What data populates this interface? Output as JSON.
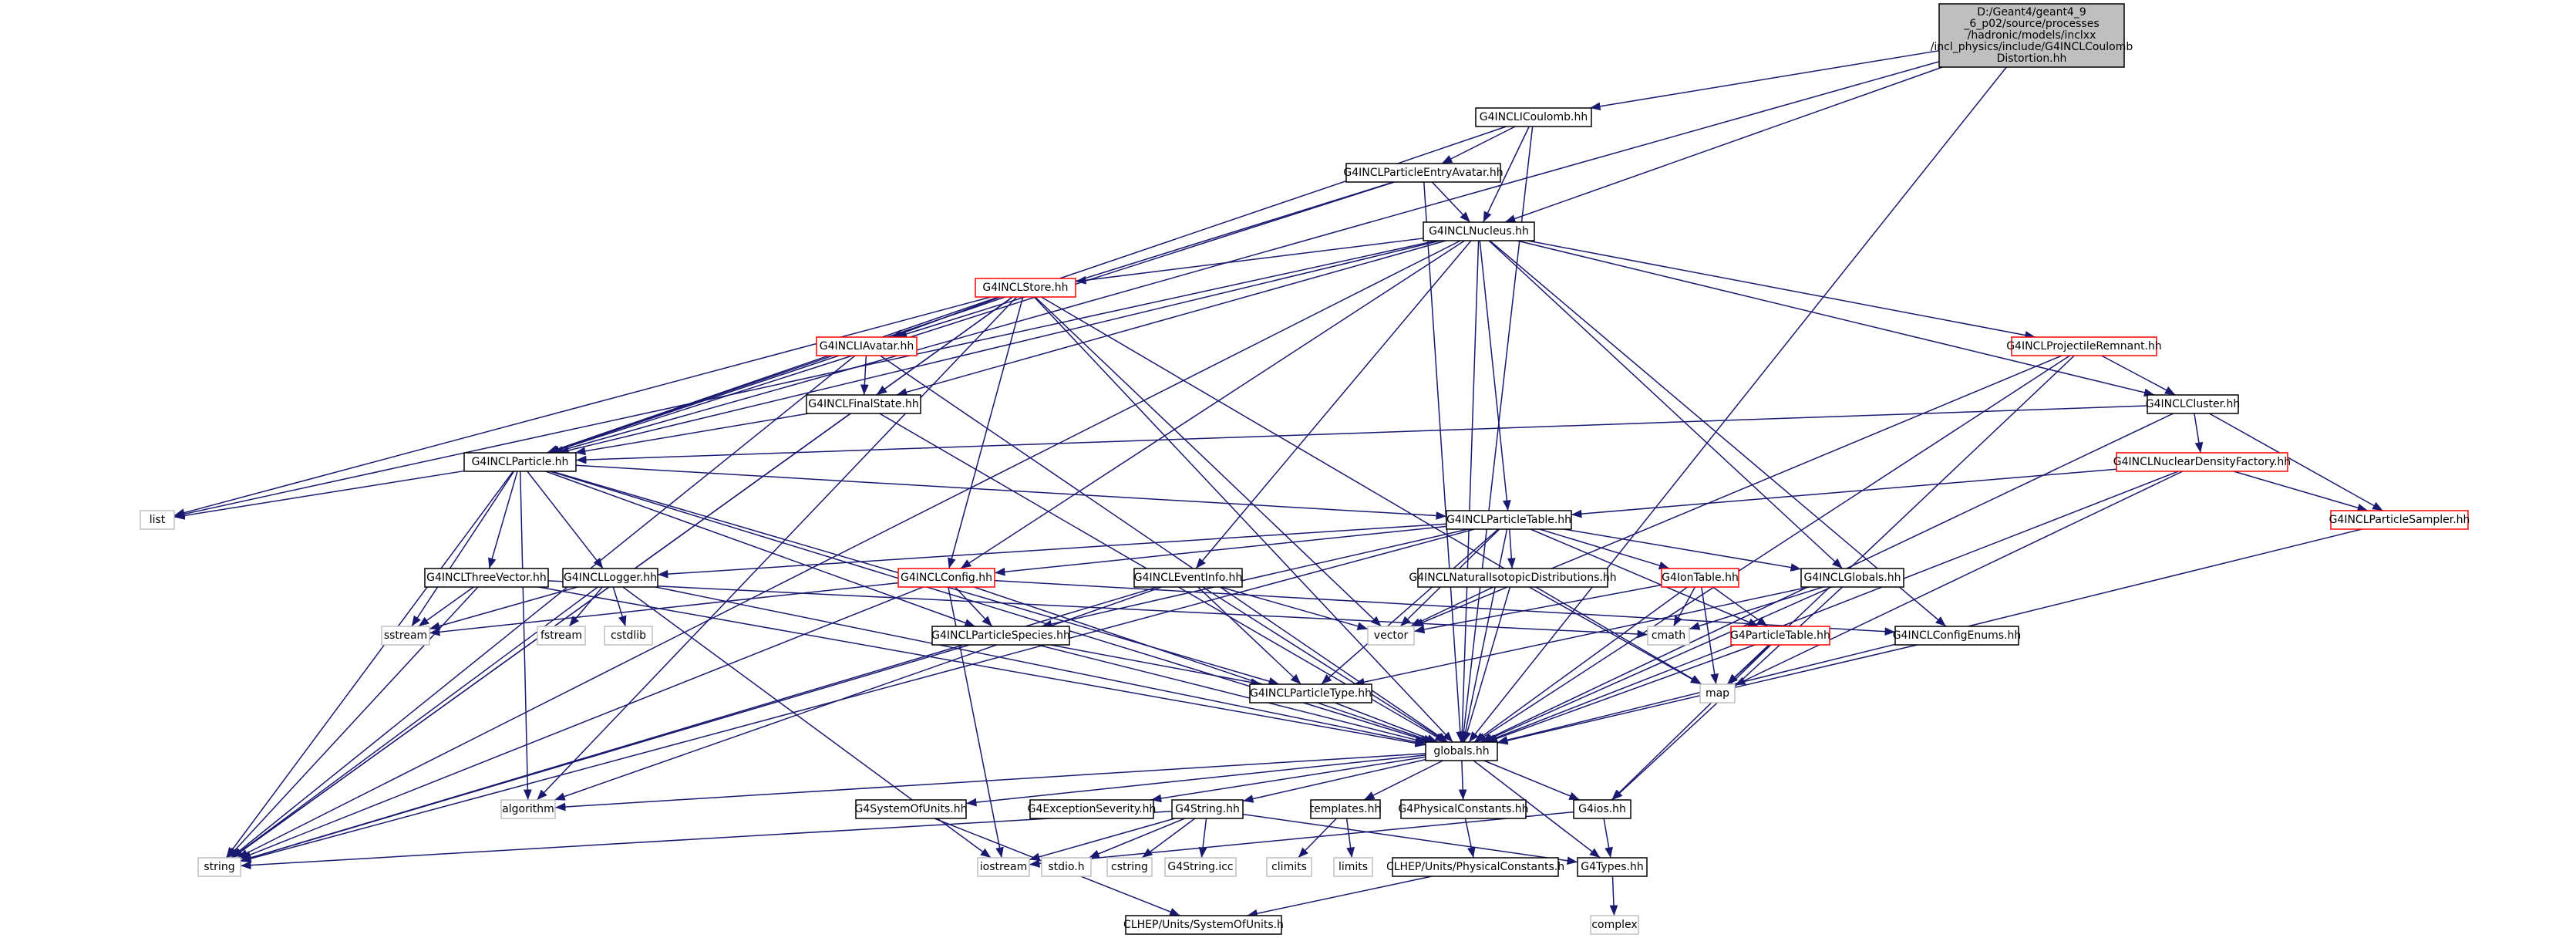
{
  "colors": {
    "edge": "#191970",
    "node_border_default": "#000000",
    "node_border_red": "#ff0000",
    "node_border_gray": "#bfbfbf",
    "node_fill_root": "#bfbfbf",
    "node_fill": "#ffffff"
  },
  "nodes": {
    "root": {
      "lines": [
        "D:/Geant4/geant4_9",
        "_6_p02/source/processes",
        "/hadronic/models/inclxx",
        "/incl_physics/include/G4INCLCoulomb",
        "Distortion.hh"
      ],
      "style": "root"
    },
    "coulomb": {
      "lines": [
        "G4INCLICoulomb.hh"
      ],
      "style": "default"
    },
    "peavatar": {
      "lines": [
        "G4INCLParticleEntryAvatar.hh"
      ],
      "style": "default"
    },
    "nucleus": {
      "lines": [
        "G4INCLNucleus.hh"
      ],
      "style": "default"
    },
    "store": {
      "lines": [
        "G4INCLStore.hh"
      ],
      "style": "red"
    },
    "iavatar": {
      "lines": [
        "G4INCLIAvatar.hh"
      ],
      "style": "red"
    },
    "finalstate": {
      "lines": [
        "G4INCLFinalState.hh"
      ],
      "style": "default"
    },
    "particle": {
      "lines": [
        "G4INCLParticle.hh"
      ],
      "style": "default"
    },
    "projremnant": {
      "lines": [
        "G4INCLProjectileRemnant.hh"
      ],
      "style": "red"
    },
    "cluster": {
      "lines": [
        "G4INCLCluster.hh"
      ],
      "style": "default"
    },
    "nucdensity": {
      "lines": [
        "G4INCLNuclearDensityFactory.hh"
      ],
      "style": "red"
    },
    "psampler": {
      "lines": [
        "G4INCLParticleSampler.hh"
      ],
      "style": "red"
    },
    "ptable": {
      "lines": [
        "G4INCLParticleTable.hh"
      ],
      "style": "default"
    },
    "list": {
      "lines": [
        "list"
      ],
      "style": "gray"
    },
    "threevec": {
      "lines": [
        "G4INCLThreeVector.hh"
      ],
      "style": "default"
    },
    "logger": {
      "lines": [
        "G4INCLLogger.hh"
      ],
      "style": "default"
    },
    "config": {
      "lines": [
        "G4INCLConfig.hh"
      ],
      "style": "red"
    },
    "eventinfo": {
      "lines": [
        "G4INCLEventInfo.hh"
      ],
      "style": "default"
    },
    "natiso": {
      "lines": [
        "G4INCLNaturalIsotopicDistributions.hh"
      ],
      "style": "default"
    },
    "iontable": {
      "lines": [
        "G4IonTable.hh"
      ],
      "style": "red"
    },
    "inclglobals": {
      "lines": [
        "G4INCLGlobals.hh"
      ],
      "style": "default"
    },
    "sstream": {
      "lines": [
        "sstream"
      ],
      "style": "gray"
    },
    "fstream": {
      "lines": [
        "fstream"
      ],
      "style": "gray"
    },
    "cstdlib": {
      "lines": [
        "cstdlib"
      ],
      "style": "gray"
    },
    "pspecies": {
      "lines": [
        "G4INCLParticleSpecies.hh"
      ],
      "style": "default"
    },
    "vector": {
      "lines": [
        "vector"
      ],
      "style": "gray"
    },
    "cmath": {
      "lines": [
        "cmath"
      ],
      "style": "gray"
    },
    "configenums": {
      "lines": [
        "G4INCLConfigEnums.hh"
      ],
      "style": "default"
    },
    "g4ptable": {
      "lines": [
        "G4ParticleTable.hh"
      ],
      "style": "red"
    },
    "map": {
      "lines": [
        "map"
      ],
      "style": "gray"
    },
    "ptype": {
      "lines": [
        "G4INCLParticleType.hh"
      ],
      "style": "default"
    },
    "globals": {
      "lines": [
        "globals.hh"
      ],
      "style": "default"
    },
    "algorithm": {
      "lines": [
        "algorithm"
      ],
      "style": "gray"
    },
    "sysunits": {
      "lines": [
        "G4SystemOfUnits.hh"
      ],
      "style": "default"
    },
    "exceptsev": {
      "lines": [
        "G4ExceptionSeverity.hh"
      ],
      "style": "default"
    },
    "g4string": {
      "lines": [
        "G4String.hh"
      ],
      "style": "default"
    },
    "templates": {
      "lines": [
        "templates.hh"
      ],
      "style": "default"
    },
    "physconst": {
      "lines": [
        "G4PhysicalConstants.hh"
      ],
      "style": "default"
    },
    "g4ios": {
      "lines": [
        "G4ios.hh"
      ],
      "style": "default"
    },
    "string": {
      "lines": [
        "string"
      ],
      "style": "gray"
    },
    "iostream": {
      "lines": [
        "iostream"
      ],
      "style": "gray"
    },
    "stdio": {
      "lines": [
        "stdio.h"
      ],
      "style": "gray"
    },
    "cstring": {
      "lines": [
        "cstring"
      ],
      "style": "gray"
    },
    "g4stringicc": {
      "lines": [
        "G4String.icc"
      ],
      "style": "gray"
    },
    "climits": {
      "lines": [
        "climits"
      ],
      "style": "gray"
    },
    "limits": {
      "lines": [
        "limits"
      ],
      "style": "gray"
    },
    "clhepphys": {
      "lines": [
        "CLHEP/Units/PhysicalConstants.h"
      ],
      "style": "default"
    },
    "g4types": {
      "lines": [
        "G4Types.hh"
      ],
      "style": "default"
    },
    "complex": {
      "lines": [
        "complex"
      ],
      "style": "gray"
    },
    "clhepunits": {
      "lines": [
        "CLHEP/Units/SystemOfUnits.h"
      ],
      "style": "default"
    }
  },
  "edges": [
    [
      "root",
      "coulomb"
    ],
    [
      "root",
      "nucleus"
    ],
    [
      "root",
      "particle"
    ],
    [
      "root",
      "globals"
    ],
    [
      "coulomb",
      "peavatar"
    ],
    [
      "coulomb",
      "nucleus"
    ],
    [
      "coulomb",
      "particle"
    ],
    [
      "coulomb",
      "globals"
    ],
    [
      "peavatar",
      "nucleus"
    ],
    [
      "peavatar",
      "iavatar"
    ],
    [
      "peavatar",
      "particle"
    ],
    [
      "peavatar",
      "globals"
    ],
    [
      "nucleus",
      "store"
    ],
    [
      "nucleus",
      "finalstate"
    ],
    [
      "nucleus",
      "particle"
    ],
    [
      "nucleus",
      "projremnant"
    ],
    [
      "nucleus",
      "cluster"
    ],
    [
      "nucleus",
      "ptable"
    ],
    [
      "nucleus",
      "config"
    ],
    [
      "nucleus",
      "eventinfo"
    ],
    [
      "nucleus",
      "inclglobals"
    ],
    [
      "nucleus",
      "configenums"
    ],
    [
      "nucleus",
      "list"
    ],
    [
      "nucleus",
      "string"
    ],
    [
      "nucleus",
      "globals"
    ],
    [
      "store",
      "iavatar"
    ],
    [
      "store",
      "finalstate"
    ],
    [
      "store",
      "particle"
    ],
    [
      "store",
      "config"
    ],
    [
      "store",
      "vector"
    ],
    [
      "store",
      "map"
    ],
    [
      "store",
      "list"
    ],
    [
      "store",
      "algorithm"
    ],
    [
      "store",
      "globals"
    ],
    [
      "store",
      "string"
    ],
    [
      "iavatar",
      "finalstate"
    ],
    [
      "iavatar",
      "particle"
    ],
    [
      "iavatar",
      "globals"
    ],
    [
      "iavatar",
      "string"
    ],
    [
      "finalstate",
      "particle"
    ],
    [
      "finalstate",
      "globals"
    ],
    [
      "finalstate",
      "string"
    ],
    [
      "particle",
      "ptable"
    ],
    [
      "particle",
      "threevec"
    ],
    [
      "particle",
      "logger"
    ],
    [
      "particle",
      "pspecies"
    ],
    [
      "particle",
      "ptype"
    ],
    [
      "particle",
      "list"
    ],
    [
      "particle",
      "sstream"
    ],
    [
      "particle",
      "string"
    ],
    [
      "particle",
      "algorithm"
    ],
    [
      "particle",
      "globals"
    ],
    [
      "projremnant",
      "cluster"
    ],
    [
      "projremnant",
      "vector"
    ],
    [
      "projremnant",
      "map"
    ],
    [
      "projremnant",
      "globals"
    ],
    [
      "cluster",
      "particle"
    ],
    [
      "cluster",
      "nucdensity"
    ],
    [
      "cluster",
      "psampler"
    ],
    [
      "cluster",
      "globals"
    ],
    [
      "nucdensity",
      "ptable"
    ],
    [
      "nucdensity",
      "psampler"
    ],
    [
      "nucdensity",
      "map"
    ],
    [
      "nucdensity",
      "globals"
    ],
    [
      "psampler",
      "globals"
    ],
    [
      "ptable",
      "logger"
    ],
    [
      "ptable",
      "config"
    ],
    [
      "ptable",
      "natiso"
    ],
    [
      "ptable",
      "iontable"
    ],
    [
      "ptable",
      "inclglobals"
    ],
    [
      "ptable",
      "pspecies"
    ],
    [
      "ptable",
      "ptype"
    ],
    [
      "ptable",
      "g4ptable"
    ],
    [
      "ptable",
      "vector"
    ],
    [
      "ptable",
      "string"
    ],
    [
      "ptable",
      "globals"
    ],
    [
      "threevec",
      "sstream"
    ],
    [
      "threevec",
      "string"
    ],
    [
      "threevec",
      "cmath"
    ],
    [
      "threevec",
      "globals"
    ],
    [
      "logger",
      "sstream"
    ],
    [
      "logger",
      "fstream"
    ],
    [
      "logger",
      "cstdlib"
    ],
    [
      "logger",
      "string"
    ],
    [
      "logger",
      "iostream"
    ],
    [
      "logger",
      "globals"
    ],
    [
      "config",
      "pspecies"
    ],
    [
      "config",
      "configenums"
    ],
    [
      "config",
      "sstream"
    ],
    [
      "config",
      "string"
    ],
    [
      "config",
      "iostream"
    ],
    [
      "config",
      "globals"
    ],
    [
      "eventinfo",
      "ptype"
    ],
    [
      "eventinfo",
      "vector"
    ],
    [
      "eventinfo",
      "algorithm"
    ],
    [
      "eventinfo",
      "string"
    ],
    [
      "eventinfo",
      "globals"
    ],
    [
      "natiso",
      "vector"
    ],
    [
      "natiso",
      "map"
    ],
    [
      "natiso",
      "globals"
    ],
    [
      "iontable",
      "g4ptable"
    ],
    [
      "iontable",
      "cmath"
    ],
    [
      "iontable",
      "vector"
    ],
    [
      "iontable",
      "map"
    ],
    [
      "iontable",
      "globals"
    ],
    [
      "inclglobals",
      "cmath"
    ],
    [
      "inclglobals",
      "ptype"
    ],
    [
      "inclglobals",
      "g4ios"
    ],
    [
      "inclglobals",
      "globals"
    ],
    [
      "pspecies",
      "ptype"
    ],
    [
      "pspecies",
      "string"
    ],
    [
      "pspecies",
      "globals"
    ],
    [
      "configenums",
      "globals"
    ],
    [
      "g4ptable",
      "map"
    ],
    [
      "g4ptable",
      "g4ios"
    ],
    [
      "g4ptable",
      "globals"
    ],
    [
      "ptype",
      "globals"
    ],
    [
      "globals",
      "algorithm"
    ],
    [
      "globals",
      "sysunits"
    ],
    [
      "globals",
      "exceptsev"
    ],
    [
      "globals",
      "g4string"
    ],
    [
      "globals",
      "templates"
    ],
    [
      "globals",
      "physconst"
    ],
    [
      "globals",
      "g4ios"
    ],
    [
      "globals",
      "g4types"
    ],
    [
      "sysunits",
      "clhepunits"
    ],
    [
      "g4string",
      "stdio"
    ],
    [
      "g4string",
      "cstring"
    ],
    [
      "g4string",
      "g4stringicc"
    ],
    [
      "g4string",
      "g4types"
    ],
    [
      "g4string",
      "string"
    ],
    [
      "g4string",
      "iostream"
    ],
    [
      "templates",
      "climits"
    ],
    [
      "templates",
      "limits"
    ],
    [
      "physconst",
      "clhepphys"
    ],
    [
      "g4ios",
      "g4types"
    ],
    [
      "g4ios",
      "iostream"
    ],
    [
      "clhepphys",
      "clhepunits"
    ],
    [
      "g4types",
      "complex"
    ]
  ]
}
